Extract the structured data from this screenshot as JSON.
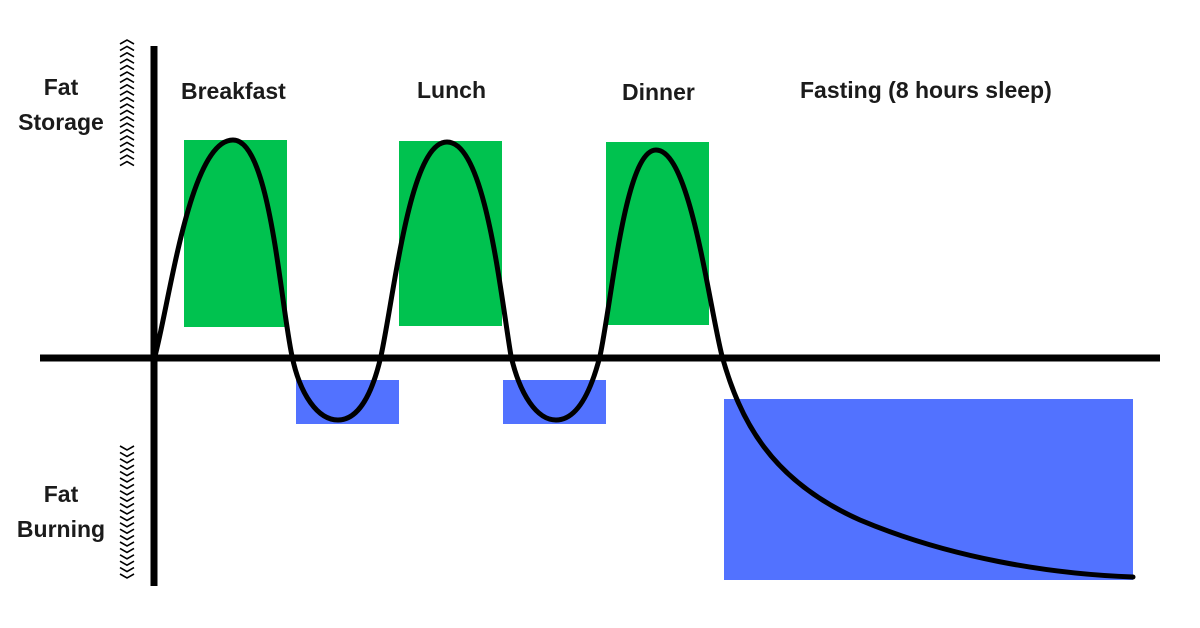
{
  "labels": {
    "fat_storage_line1": "Fat",
    "fat_storage_line2": "Storage",
    "fat_burning_line1": "Fat",
    "fat_burning_line2": "Burning",
    "breakfast": "Breakfast",
    "lunch": "Lunch",
    "dinner": "Dinner",
    "fasting": "Fasting (8 hours sleep)"
  },
  "colors": {
    "storage_box": "#00c24f",
    "burning_box": "#5272ff",
    "curve": "#000000",
    "axis": "#000000",
    "text": "#1b1b1b"
  }
}
